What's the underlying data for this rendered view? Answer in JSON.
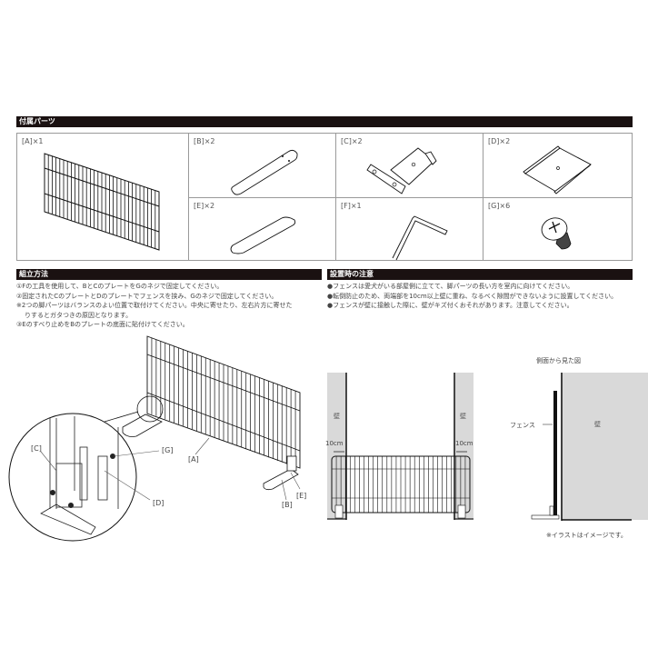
{
  "sections": {
    "parts": {
      "title": "付属パーツ"
    },
    "assembly": {
      "title": "組立方法"
    },
    "caution": {
      "title": "設置時の注意"
    }
  },
  "parts": [
    {
      "id": "A",
      "label": "[A]×1",
      "name": "fence-panel"
    },
    {
      "id": "B",
      "label": "[B]×2",
      "name": "base-plate"
    },
    {
      "id": "C",
      "label": "[C]×2",
      "name": "bracket-plate"
    },
    {
      "id": "D",
      "label": "[D]×2",
      "name": "clamp-plate"
    },
    {
      "id": "E",
      "label": "[E]×2",
      "name": "anti-slip-pad"
    },
    {
      "id": "F",
      "label": "[F]×1",
      "name": "hex-key"
    },
    {
      "id": "G",
      "label": "[G]×6",
      "name": "screw"
    }
  ],
  "assembly": {
    "steps": [
      "①Fの工具を使用して、BとCのプレートをGのネジで固定してください。",
      "②固定されたCのプレートとDのプレートでフェンスを挟み、Gのネジで固定してください。",
      "※2つの脚パーツはバランスのよい位置で取付けてください。中央に寄せたり、左右片方に寄せた",
      "りするとガタつきの原因となります。",
      "③Eのすべり止めをBのプレートの底面に貼付けてください。"
    ],
    "callouts": {
      "A": "[A]",
      "B": "[B]",
      "C": "[C]",
      "D": "[D]",
      "E": "[E]",
      "G": "[G]"
    }
  },
  "caution": {
    "items": [
      "●フェンスは愛犬がいる部屋側に立てて、脚パーツの長い方を室内に向けてください。",
      "●転倒防止のため、両端部を10cm以上壁に重ね、なるべく隙間ができないように設置してください。",
      "●フェンスが壁に接触した際に、壁がキズ付くおそれがあります。注意してください。"
    ],
    "front_diagram": {
      "wall_left": "壁",
      "wall_right": "壁",
      "overlap_left": "10cm",
      "overlap_right": "10cm"
    },
    "side_diagram": {
      "title": "側面から見た図",
      "fence_label": "フェンス",
      "wall_label": "壁"
    },
    "note": "※イラストはイメージです。"
  },
  "colors": {
    "bar": "#1a1111",
    "wall": "#d9d9d9",
    "line": "#222222",
    "grid_border": "#9a9a9a"
  }
}
